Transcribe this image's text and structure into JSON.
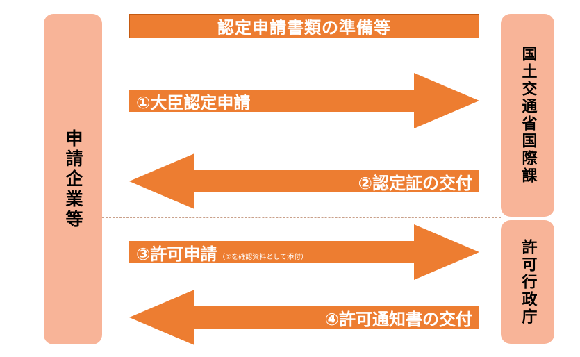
{
  "banner": {
    "text": "認定申請書類の準備等"
  },
  "left_box": {
    "text": "申請企業等"
  },
  "right_top_box": {
    "text": "国土交通省国際課"
  },
  "right_bottom_box": {
    "text": "許可行政庁"
  },
  "arrows": [
    {
      "text": "①大臣認定申請",
      "direction": "right",
      "note": ""
    },
    {
      "text": "②認定証の交付",
      "direction": "left",
      "note": ""
    },
    {
      "text": "③許可申請",
      "direction": "right",
      "note": "（②を確認資料として添付）"
    },
    {
      "text": "④許可通知書の交付",
      "direction": "left",
      "note": ""
    }
  ],
  "colors": {
    "arrow": "#ed7d31",
    "box": "#f8b498"
  }
}
